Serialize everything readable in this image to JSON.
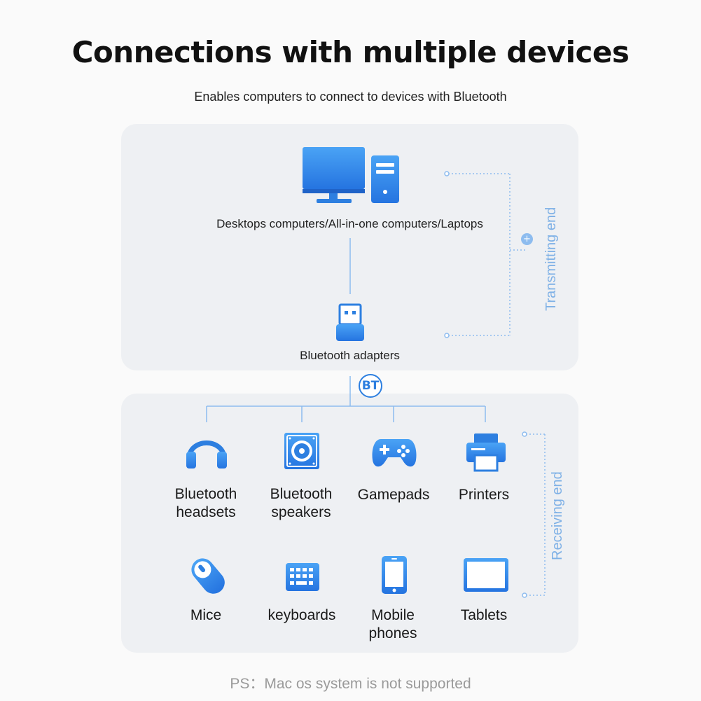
{
  "title": "Connections with multiple devices",
  "subtitle": "Enables computers to connect to devices with Bluetooth",
  "transmitting": {
    "computer_label": "Desktops computers/All-in-one computers/Laptops",
    "adapter_label": "Bluetooth adapters",
    "side_label": "Transmitting end",
    "plus_symbol": "+"
  },
  "bt_badge": "BT",
  "receiving": {
    "side_label": "Receiving end",
    "devices": [
      {
        "label": "Bluetooth\nheadsets",
        "icon": "headset-icon"
      },
      {
        "label": "Bluetooth\nspeakers",
        "icon": "speaker-icon"
      },
      {
        "label": "Gamepads",
        "icon": "gamepad-icon"
      },
      {
        "label": "Printers",
        "icon": "printer-icon"
      },
      {
        "label": "Mice",
        "icon": "mouse-icon"
      },
      {
        "label": "keyboards",
        "icon": "keyboard-icon"
      },
      {
        "label": "Mobile\nphones",
        "icon": "phone-icon"
      },
      {
        "label": "Tablets",
        "icon": "tablet-icon"
      }
    ]
  },
  "footnote": "PS：Mac os system is not supported",
  "colors": {
    "accent": "#2d7fe0",
    "light_accent": "#7fb1e6",
    "panel": "#eef0f3"
  }
}
